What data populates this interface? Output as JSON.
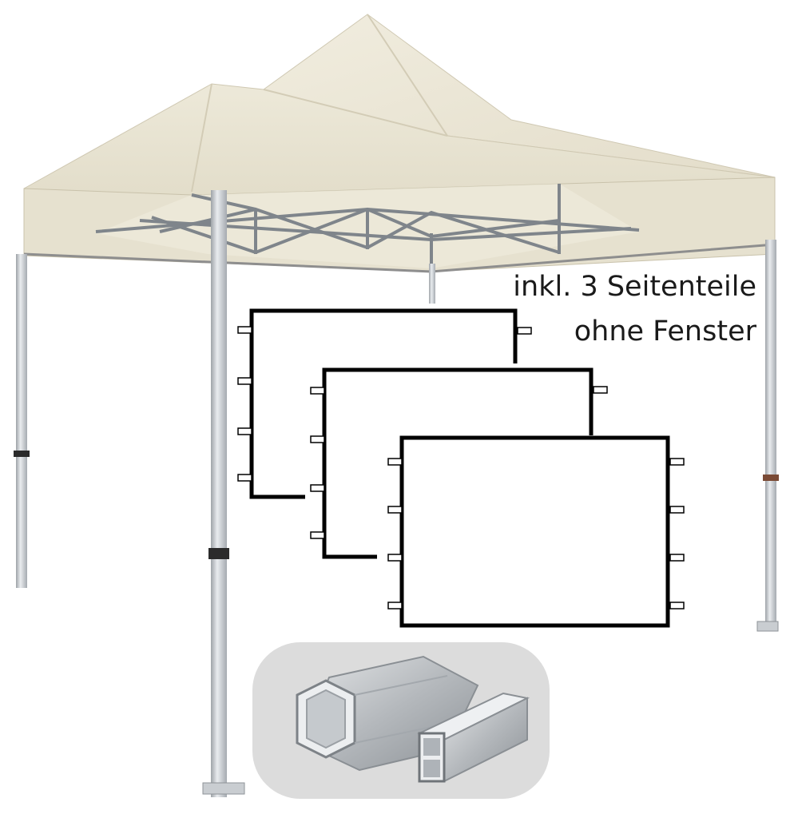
{
  "caption": {
    "line1": "inkl. 3 Seitenteile",
    "line2": "ohne Fenster"
  },
  "colors": {
    "canopy": "#e8e3d2",
    "frame": "#b8bcc0",
    "panel_border": "#000000",
    "profile_box": "#dcdcdc"
  },
  "side_panels": 3,
  "icons": [
    "canopy-image",
    "side-panel-icon",
    "hexagon-profile-icon",
    "square-profile-icon"
  ]
}
